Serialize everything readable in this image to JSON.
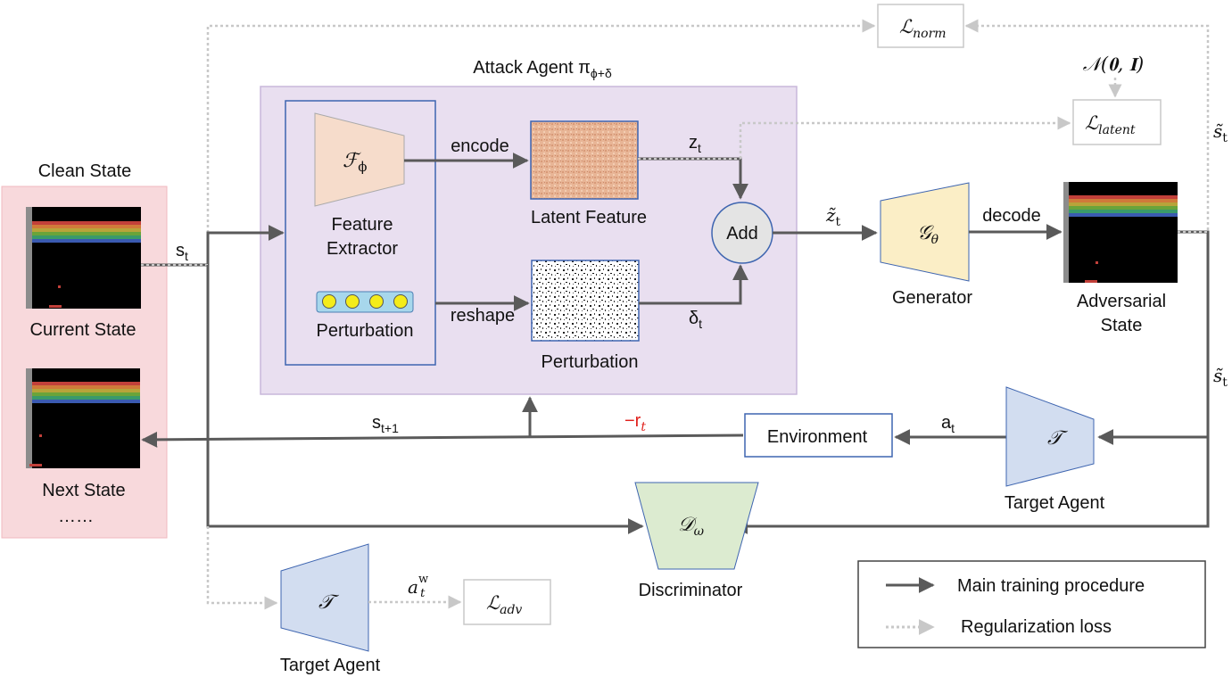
{
  "clean_state": {
    "title": "Clean State",
    "current_label": "Current State",
    "next_label": "Next State",
    "ellipsis": "……",
    "s_t": "s",
    "s_t_sub": "t",
    "s_t1": "s",
    "s_t1_sub": "t+1"
  },
  "attack_agent": {
    "title": "Attack Agent π",
    "title_sub": "ϕ+δ",
    "feature_extractor_symbol": "ℱ",
    "feature_extractor_sub": "ϕ",
    "feature_extractor_line1": "Feature",
    "feature_extractor_line2": "Extractor",
    "perturbation_vector_label": "Perturbation",
    "encode_label": "encode",
    "reshape_label": "reshape",
    "latent_feature_label": "Latent Feature",
    "perturbation_map_label": "Perturbation",
    "z_t": "z",
    "z_t_sub": "t",
    "delta_t": "δ",
    "delta_t_sub": "t",
    "add_label": "Add"
  },
  "generator": {
    "z_tilde": "z̃",
    "z_tilde_sub": "t",
    "symbol": "𝒢",
    "symbol_sub": "θ",
    "label": "Generator",
    "decode_label": "decode"
  },
  "adversarial": {
    "label_line1": "Adversarial",
    "label_line2": "State",
    "s_tilde": "s̃",
    "s_tilde_sub": "t"
  },
  "losses": {
    "norm": "ℒ",
    "norm_sub": "norm",
    "latent": "ℒ",
    "latent_sub": "latent",
    "adv": "ℒ",
    "adv_sub": "adv",
    "normal_dist": "𝒩(𝟎, 𝐈)"
  },
  "environment": {
    "label": "Environment",
    "a_t": "a",
    "a_t_sub": "t",
    "reward": "−r",
    "reward_sub": "t",
    "reward_color": "#e0201c"
  },
  "target_agent": {
    "symbol": "𝒯",
    "label": "Target Agent",
    "a_w": "a",
    "a_w_sub": "t",
    "a_w_sup": "w"
  },
  "discriminator": {
    "symbol": "𝒟",
    "symbol_sub": "ω",
    "label": "Discriminator"
  },
  "legend": {
    "main": "Main training procedure",
    "reg": "Regularization loss"
  },
  "colors": {
    "clean_bg": "#f8d9dc",
    "attack_bg": "#e9dff0",
    "extractor_fill": "#f6dccb",
    "generator_fill": "#fbeec6",
    "target_fill": "#d2ddf0",
    "discriminator_fill": "#dcebd0",
    "add_fill": "#e4e4e4",
    "main_arrow": "#5a5a5a",
    "reg_arrow": "#c8c8c8"
  }
}
